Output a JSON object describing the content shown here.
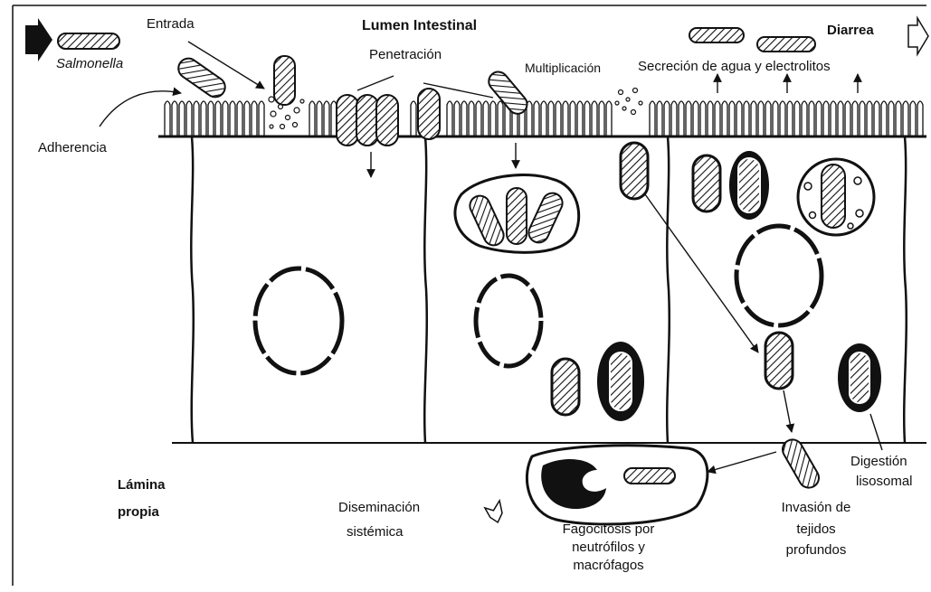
{
  "labels": {
    "salmonella": "Salmonella",
    "entrada": "Entrada",
    "lumen": "Lumen Intestinal",
    "penetracion": "Penetración",
    "multiplicacion": "Multiplicación",
    "secrecion": "Secreción de agua y electrolitos",
    "diarrea": "Diarrea",
    "adherencia": "Adherencia",
    "lamina_l1": "Lámina",
    "lamina_l2": "propia",
    "disem_l1": "Diseminación",
    "disem_l2": "sistémica",
    "fago_l1": "Fagocitosis por",
    "fago_l2": "neutrófilos y",
    "fago_l3": "macrófagos",
    "invasion_l1": "Invasión de",
    "invasion_l2": "tejidos",
    "invasion_l3": "profundos",
    "digestion_l1": "Digestión",
    "digestion_l2": "lisosomal"
  },
  "colors": {
    "ink": "#111111",
    "background": "#ffffff"
  }
}
